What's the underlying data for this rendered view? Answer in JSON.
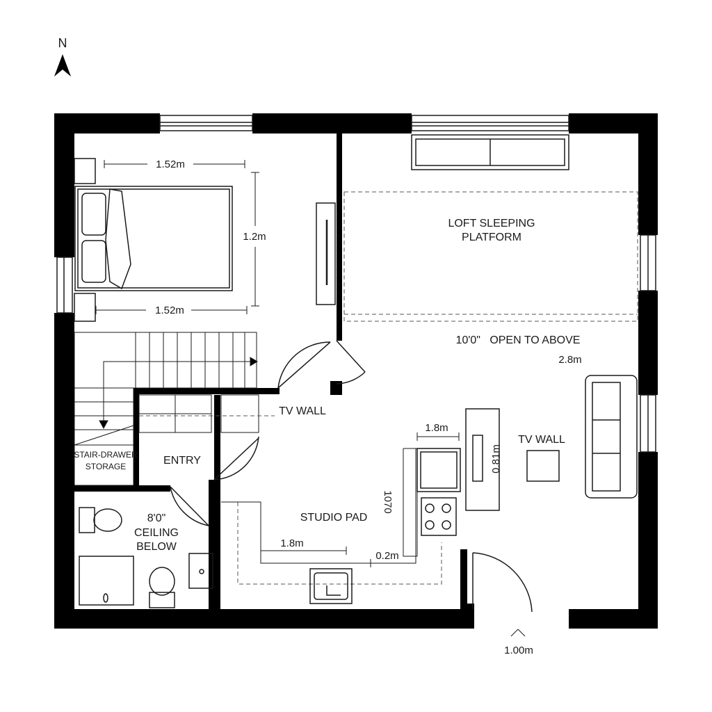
{
  "north_label": "N",
  "rooms": {
    "loft": [
      "LOFT SLEEPING",
      "PLATFORM"
    ],
    "open_to_above": "10'0\"   OPEN TO ABOVE",
    "tv_wall_center": "TV WALL",
    "tv_wall_right": "TV WALL",
    "entry": "ENTRY",
    "storage": [
      "STAIR-DRAWER",
      "STORAGE"
    ],
    "ceiling": [
      "8'0\"",
      "CEILING",
      "BELOW"
    ],
    "studio": "STUDIO PAD"
  },
  "dimensions": {
    "bed_top": "1.52m",
    "bed_bottom": "1.52m",
    "bed_side": "1.2m",
    "sofa": "2.8m",
    "counter_top": "1.8m",
    "counter_side": "1070",
    "tv_stand": "0.81m",
    "counter_bottom": "1.8m",
    "counter_gap": "0.2m",
    "door": "1.00m"
  },
  "colors": {
    "wall": "#000000",
    "line": "#1a1a1a",
    "dashed": "#555555"
  }
}
